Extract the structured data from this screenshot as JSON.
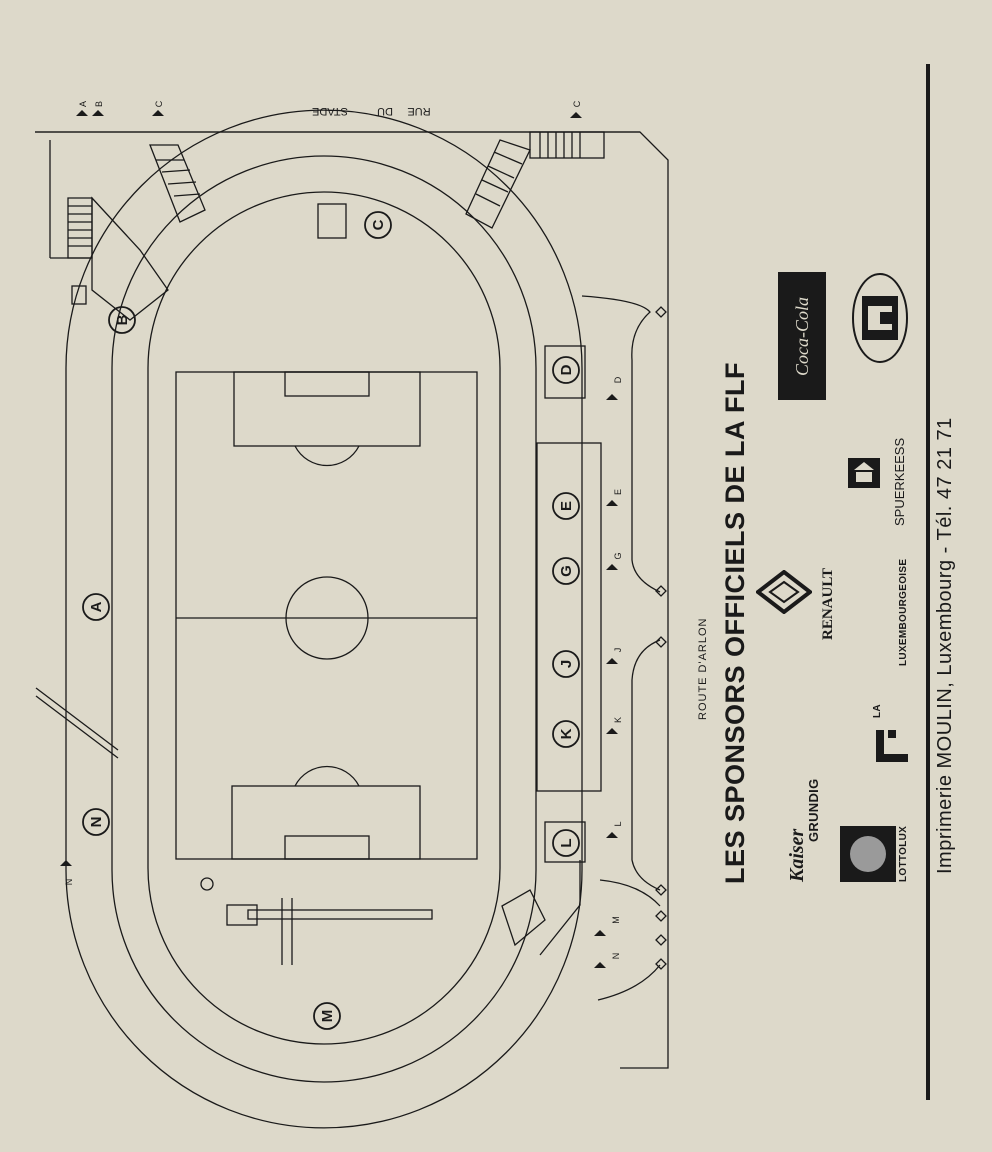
{
  "gates": [
    "A",
    "B",
    "C",
    "D",
    "E",
    "G",
    "J",
    "K",
    "L",
    "M",
    "N"
  ],
  "street": {
    "rue": "RUE",
    "du": "DU",
    "stade": "STADE"
  },
  "entry_markers": {
    "top_ab_a": "A",
    "top_ab_b": "B",
    "top_c_left": "C",
    "top_c_right": "C",
    "d": "D",
    "e": "E",
    "g": "G",
    "j": "J",
    "k": "K",
    "l": "L",
    "m": "M",
    "n_bottom": "N",
    "n_left": "N"
  },
  "route": "ROUTE  D'ARLON",
  "heading": "LES SPONSORS OFFICIELS DE LA FLF",
  "sponsors": {
    "coca_cola": "Coca-Cola",
    "renault": "RENAULT",
    "spuerkeess": "SPUERKEESS",
    "grundig": "GRUNDIG",
    "kaiser": "Kaiser",
    "la": "LA",
    "luxembourgeoise": "LUXEMBOURGEOISE",
    "lottolux": "LOTTOLUX"
  },
  "printer": "Imprimerie MOULIN, Luxembourg - Tél. 47 21 71",
  "colors": {
    "paper": "#ddd9ca",
    "ink": "#1a1a1a"
  }
}
